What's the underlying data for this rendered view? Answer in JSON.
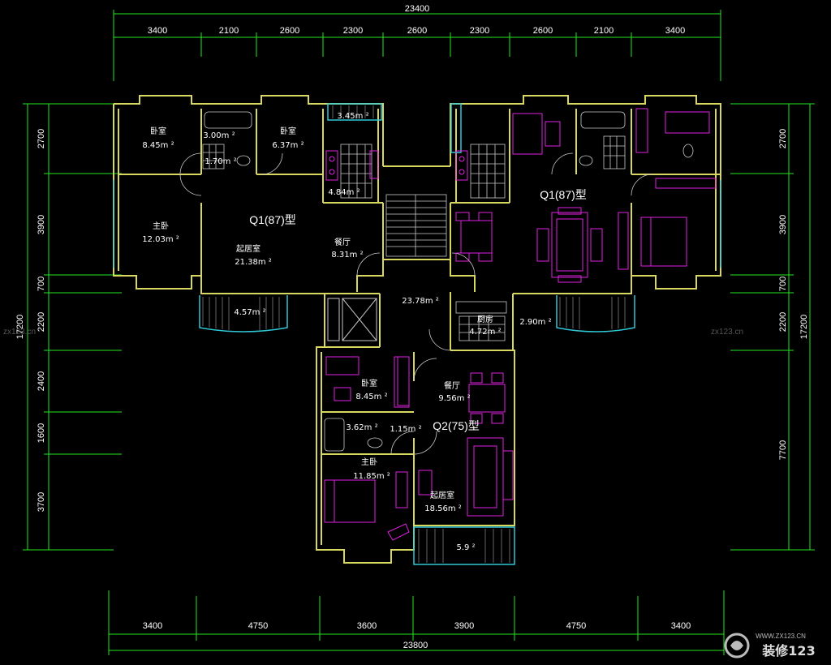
{
  "colors": {
    "wall": "#d8d860",
    "dimension": "#22e822",
    "furniture": "#e020e0",
    "fixture": "#c8c8c8",
    "window": "#30c8d8",
    "text": "#ffffff"
  },
  "dims": {
    "top_total": "23400",
    "top": [
      "3400",
      "2100",
      "2600",
      "2300",
      "2600",
      "2300",
      "2600",
      "2100",
      "3400"
    ],
    "bottom_total": "23800",
    "bottom": [
      "3400",
      "4750",
      "3600",
      "3900",
      "4750",
      "3400"
    ],
    "left_total": "17200",
    "left": [
      "2700",
      "3900",
      "700",
      "2200",
      "2400",
      "1600",
      "3700"
    ],
    "right_total": "17200",
    "right": [
      "2700",
      "3900",
      "700",
      "2200",
      "7700"
    ]
  },
  "types": {
    "q1_left": "Q1(87)型",
    "q1_right": "Q1(87)型",
    "q2": "Q2(75)型"
  },
  "rooms": [
    {
      "name": "卧室",
      "area": "8.45m ²"
    },
    {
      "name": "",
      "area": "3.00m ²"
    },
    {
      "name": "卧室",
      "area": "6.37m ²"
    },
    {
      "name": "",
      "area": "3.45m ²"
    },
    {
      "name": "",
      "area": "1.70m ²"
    },
    {
      "name": "",
      "area": "4.84m ²"
    },
    {
      "name": "主卧",
      "area": "12.03m ²"
    },
    {
      "name": "起居室",
      "area": "21.38m ²"
    },
    {
      "name": "餐厅",
      "area": "8.31m ²"
    },
    {
      "name": "",
      "area": "4.57m ²"
    },
    {
      "name": "",
      "area": "23.78m ²"
    },
    {
      "name": "厨房",
      "area": "4.72m ²"
    },
    {
      "name": "",
      "area": "2.90m ²"
    },
    {
      "name": "卧室",
      "area": "8.45m ²"
    },
    {
      "name": "餐厅",
      "area": "9.56m ²"
    },
    {
      "name": "",
      "area": "3.62m ²"
    },
    {
      "name": "",
      "area": "1.15m ²"
    },
    {
      "name": "主卧",
      "area": "11.85m ²"
    },
    {
      "name": "起居室",
      "area": "18.56m ²"
    },
    {
      "name": "",
      "area": "5.9 ²"
    }
  ],
  "watermarks": {
    "left": "zx123.cn",
    "right": "zx123.cn",
    "logo_url": "WWW.ZX123.CN",
    "logo_text": "装修123"
  }
}
